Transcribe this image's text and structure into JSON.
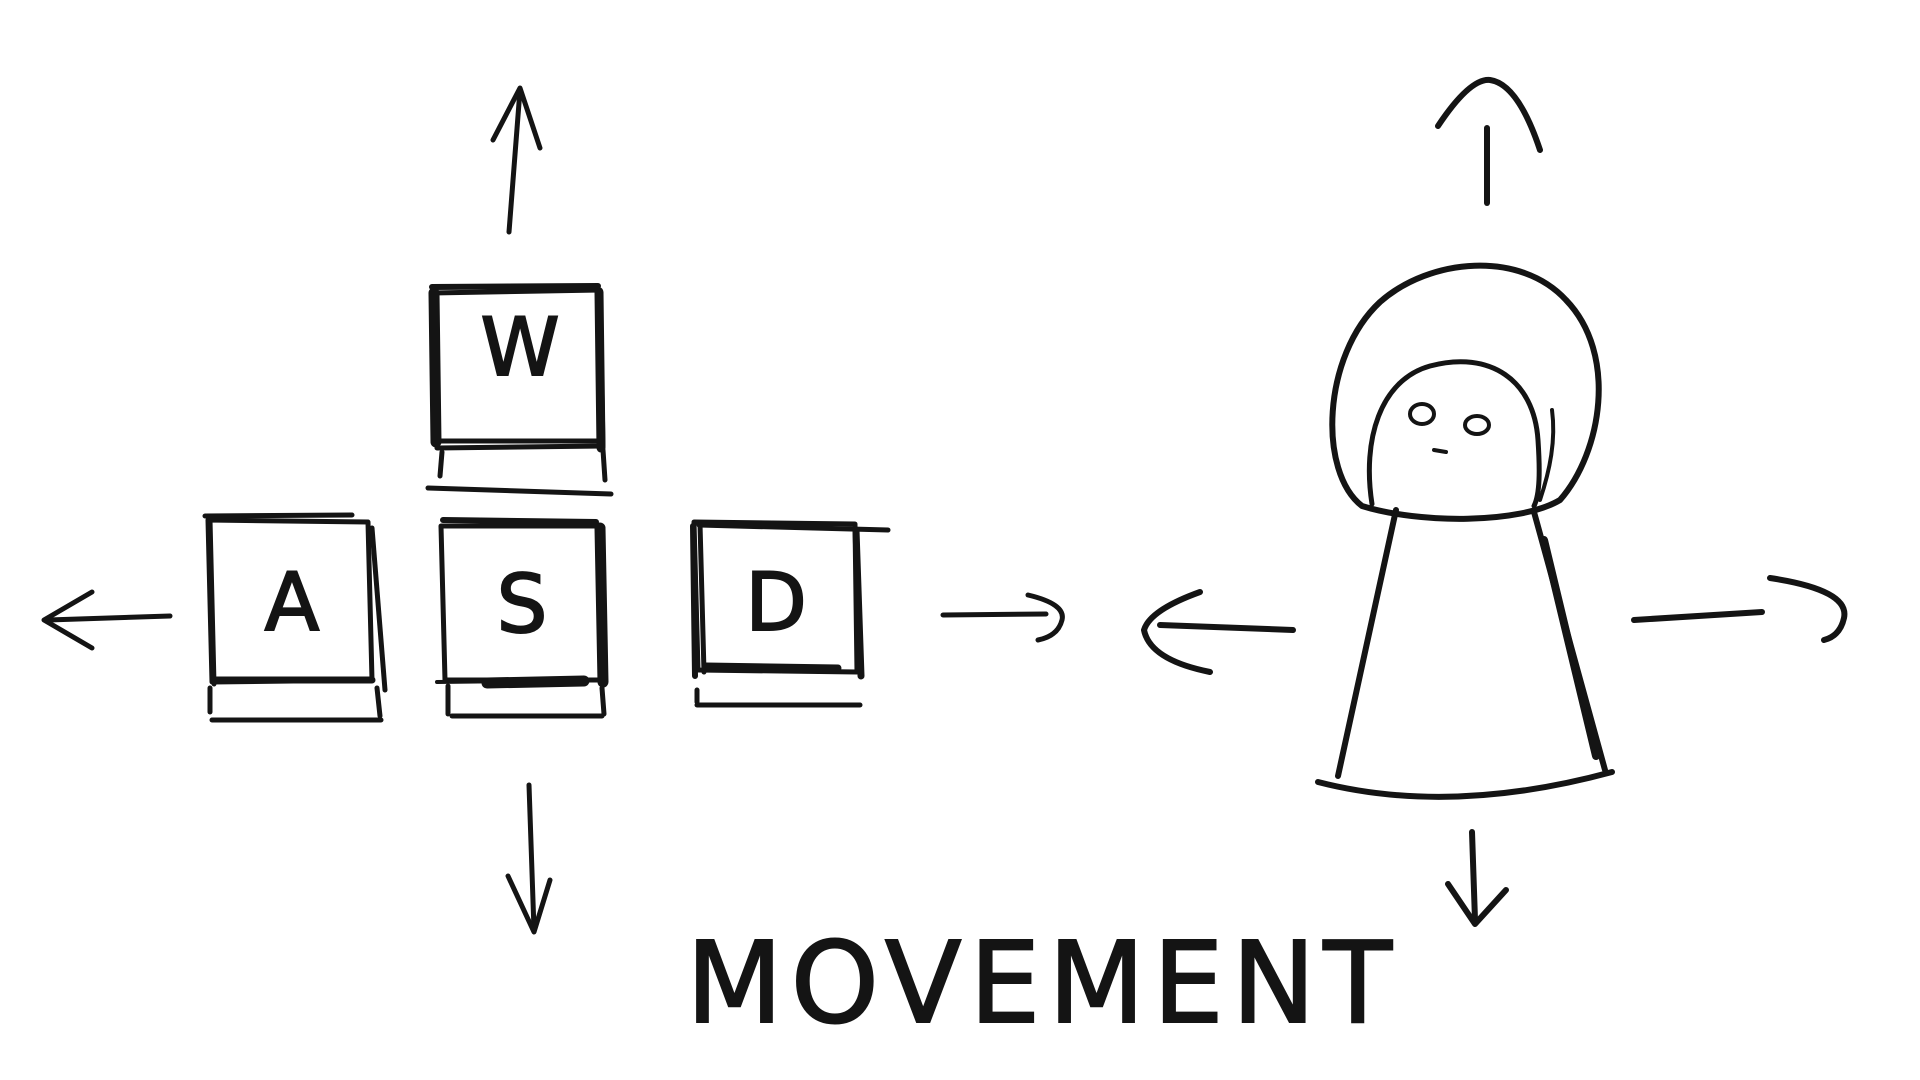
{
  "keys": {
    "up": "W",
    "left": "A",
    "down": "S",
    "right": "D"
  },
  "caption": "MOVEMENT",
  "colors": {
    "ink": "#141414",
    "paper": "#ffffff"
  },
  "icons": {
    "keyboard_arrows": [
      "arrow-up-icon",
      "arrow-left-icon",
      "arrow-down-icon",
      "arrow-right-icon"
    ],
    "character": "character-figure-icon",
    "character_arrows": [
      "arrow-up-icon",
      "arrow-left-icon",
      "arrow-down-icon",
      "arrow-right-icon"
    ]
  }
}
